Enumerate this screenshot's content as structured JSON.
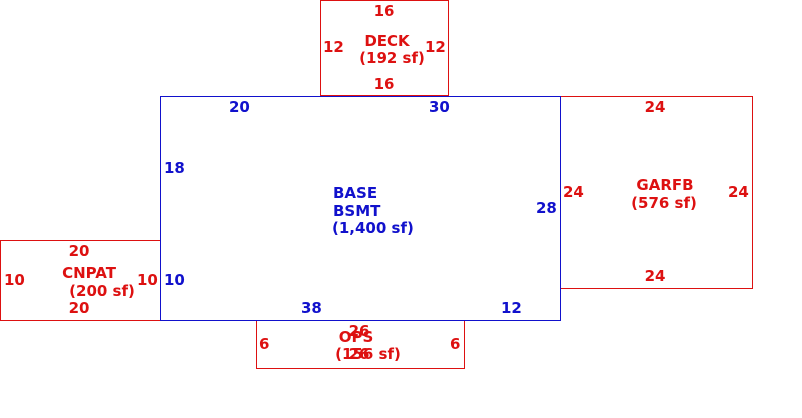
{
  "colors": {
    "base": "#1111cc",
    "addition": "#dd1111",
    "background": "#ffffff"
  },
  "base": {
    "name": "BASE",
    "sub": "BSMT",
    "area": "(1,400 sf)",
    "dims": {
      "top_left": "20",
      "top_right": "30",
      "left_upper": "18",
      "left_lower": "10",
      "right": "28",
      "bottom_left": "38",
      "bottom_right": "12"
    }
  },
  "deck": {
    "name": "DECK",
    "area": "(192 sf)",
    "dims": {
      "top": "16",
      "bottom": "16",
      "left": "12",
      "right": "12"
    }
  },
  "garfb": {
    "name": "GARFB",
    "area": "(576 sf)",
    "dims": {
      "top": "24",
      "bottom": "24",
      "left": "24",
      "right": "24"
    }
  },
  "cnpat": {
    "name": "CNPAT",
    "area": "(200 sf)",
    "dims": {
      "top": "20",
      "bottom": "20",
      "left": "10",
      "right": "10"
    }
  },
  "ops": {
    "name": "OPS",
    "area": "(156 sf)",
    "dims": {
      "top": "26",
      "bottom": "26",
      "left": "6",
      "right": "6"
    }
  }
}
